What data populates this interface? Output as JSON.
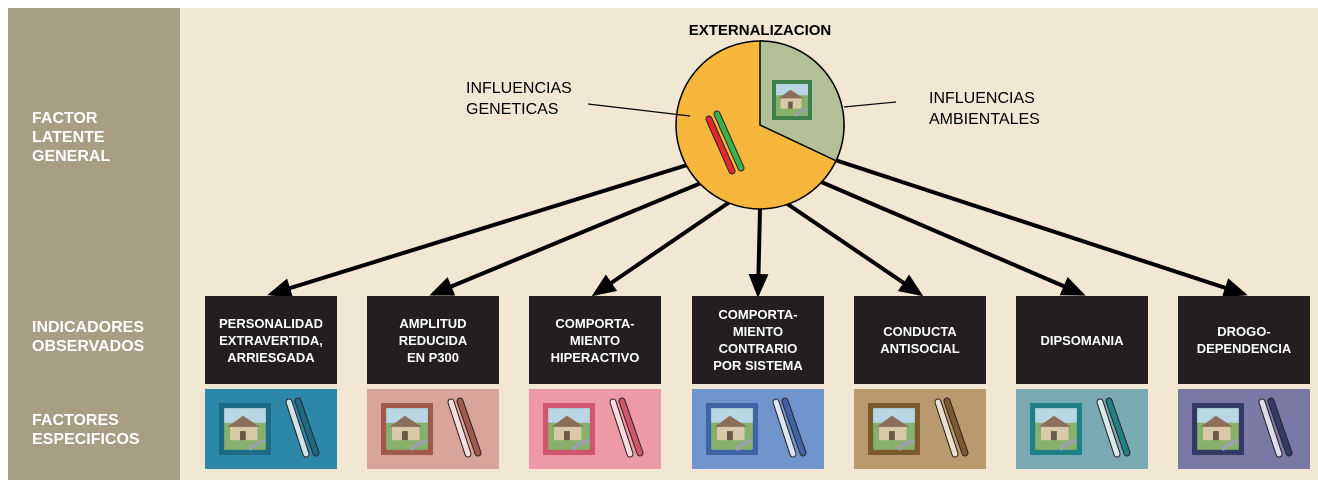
{
  "title": "EXTERNALIZACION",
  "genetic_label": [
    "INFLUENCIAS",
    "GENETICAS"
  ],
  "environment_label": [
    "INFLUENCIAS",
    "AMBIENTALES"
  ],
  "pie": {
    "genetic_share": 0.68,
    "environment_share": 0.32,
    "genetic_color": "#f7b73c",
    "environment_color": "#b3c097"
  },
  "rows": [
    {
      "lines": [
        "FACTOR",
        "LATENTE",
        "GENERAL"
      ]
    },
    {
      "lines": [
        "INDICADORES",
        "OBSERVADOS"
      ]
    },
    {
      "lines": [
        "FACTORES",
        "ESPECIFICOS"
      ]
    }
  ],
  "indicators": [
    {
      "lines": [
        "PERSONALIDAD",
        "EXTRAVERTIDA,",
        "ARRIESGADA"
      ],
      "color": "#2d87a8",
      "dark": "#1c6a86",
      "light": "#cfe3ea"
    },
    {
      "lines": [
        "AMPLITUD",
        "REDUCIDA",
        "EN P300"
      ],
      "color": "#d9a59a",
      "dark": "#a05a4d",
      "light": "#f4dfda"
    },
    {
      "lines": [
        "COMPORTA-",
        "MIENTO",
        "HIPERACTIVO"
      ],
      "color": "#ee9aa6",
      "dark": "#d0566b",
      "light": "#fadbe0"
    },
    {
      "lines": [
        "COMPORTA-",
        "MIENTO",
        "CONTRARIO",
        "POR SISTEMA"
      ],
      "color": "#6f95cc",
      "dark": "#3e63a6",
      "light": "#dbe5f3"
    },
    {
      "lines": [
        "CONDUCTA",
        "ANTISOCIAL"
      ],
      "color": "#b89a6e",
      "dark": "#7b5a2c",
      "light": "#ece1d0"
    },
    {
      "lines": [
        "DIPSOMANIA"
      ],
      "color": "#79aab3",
      "dark": "#1f7f86",
      "light": "#dbe9ec"
    },
    {
      "lines": [
        "DROGO-",
        "DEPENDENCIA"
      ],
      "color": "#7a78a4",
      "dark": "#333a66",
      "light": "#dcdcea"
    }
  ]
}
